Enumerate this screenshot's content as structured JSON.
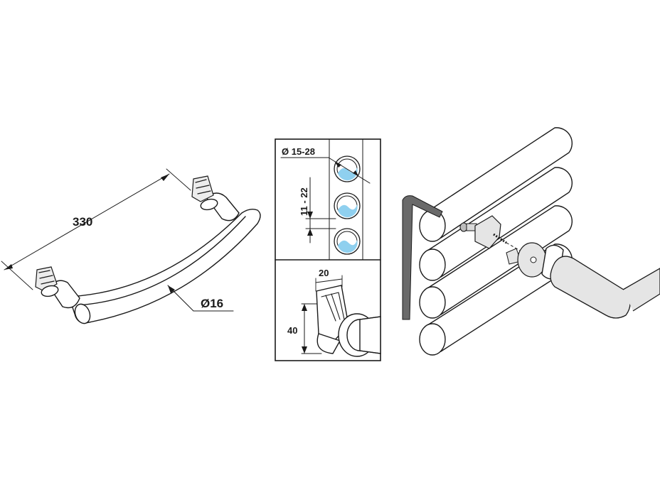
{
  "dimensions": {
    "length": "330",
    "tube_diameter": "Ø16",
    "radiator_tube_range": "Ø 15-28",
    "spacing_range": "11 - 22",
    "bracket_width": "20",
    "bracket_height": "40"
  },
  "colors": {
    "line": "#1a1a1a",
    "tube_blue": "#8fd0ef",
    "gray_fill": "#e5e5e5",
    "dark_gray": "#6a6a6a"
  },
  "icons": {
    "towel_bar": "towel-bar-drawing",
    "detail_box": "mounting-detail-box",
    "assembly": "radiator-assembly-drawing"
  }
}
